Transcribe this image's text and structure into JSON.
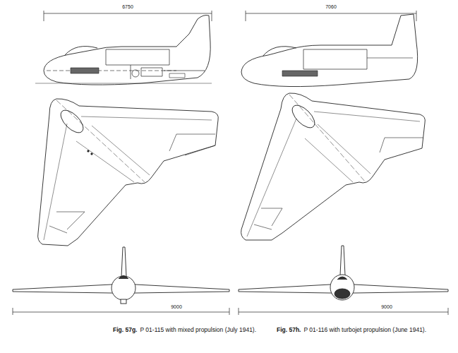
{
  "diagram": {
    "labels": [
      "6750",
      "7060",
      "9000",
      "9000",
      "Fig. 57g.",
      "P 01-115 with mixed propulsion (July 1941).",
      "Fig. 57h.",
      "P 01-116 with turbojet propulsion (June 1941)."
    ]
  }
}
